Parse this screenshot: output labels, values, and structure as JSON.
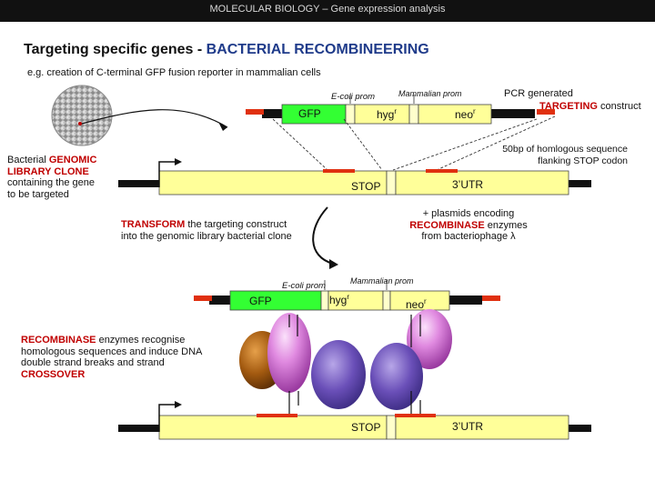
{
  "header": {
    "bar_text": "MOLECULAR BIOLOGY  –  Gene expression analysis"
  },
  "title": {
    "main": "Targeting specific genes - ",
    "highlight": "BACTERIAL RECOMBINEERING"
  },
  "subtitle": "e.g. creation of C-terminal GFP fusion reporter in mammalian cells",
  "construct": {
    "ecoli_prom": "E-coli prom",
    "mammalian_prom": "Mammalian prom",
    "gfp": "GFP",
    "hyg": "hyg",
    "hyg_sup": "r",
    "neo": "neo",
    "neo_sup": "r",
    "pcr_line1": "PCR generated",
    "pcr_red": "TARGETING",
    "pcr_line2": " construct"
  },
  "homology_note": {
    "line1": "50bp of homlogous sequence",
    "line2": "flanking STOP codon"
  },
  "library_clone": {
    "pre": "Bacterial ",
    "red1": "GENOMIC",
    "red2": "LIBRARY CLONE",
    "line3": "containing the gene",
    "line4": "to be targeted"
  },
  "gene": {
    "stop": "STOP",
    "utr": "3’UTR"
  },
  "transform": {
    "red": "TRANSFORM",
    "rest": " the targeting construct",
    "line2": "into the genomic library bacterial clone"
  },
  "plasmid_note": {
    "line1": "+ plasmids encoding",
    "red": "RECOMBINASE",
    "rest": " enzymes",
    "line3": "from bacteriophage λ"
  },
  "construct2": {
    "ecoli_prom": "E-coli prom",
    "mammalian_prom": "Mammalian prom",
    "gfp": "GFP",
    "hyg": "hyg",
    "hyg_sup": "r",
    "neo": "neo",
    "neo_sup": "r"
  },
  "recombinase_note": {
    "red1": "RECOMBINASE",
    "rest1": " enzymes recognise",
    "line2": "homologous sequences and induce DNA",
    "line3": "double strand breaks and strand",
    "red2": "CROSSOVER"
  },
  "gene2": {
    "stop": "STOP",
    "utr": "3’UTR"
  },
  "colors": {
    "bar": "#111111",
    "gene_yellow": "#ffff99",
    "gfp_green": "#33ff33",
    "homology_red": "#e03010",
    "title_blue": "#1f3b8a",
    "label_red": "#c00000"
  }
}
